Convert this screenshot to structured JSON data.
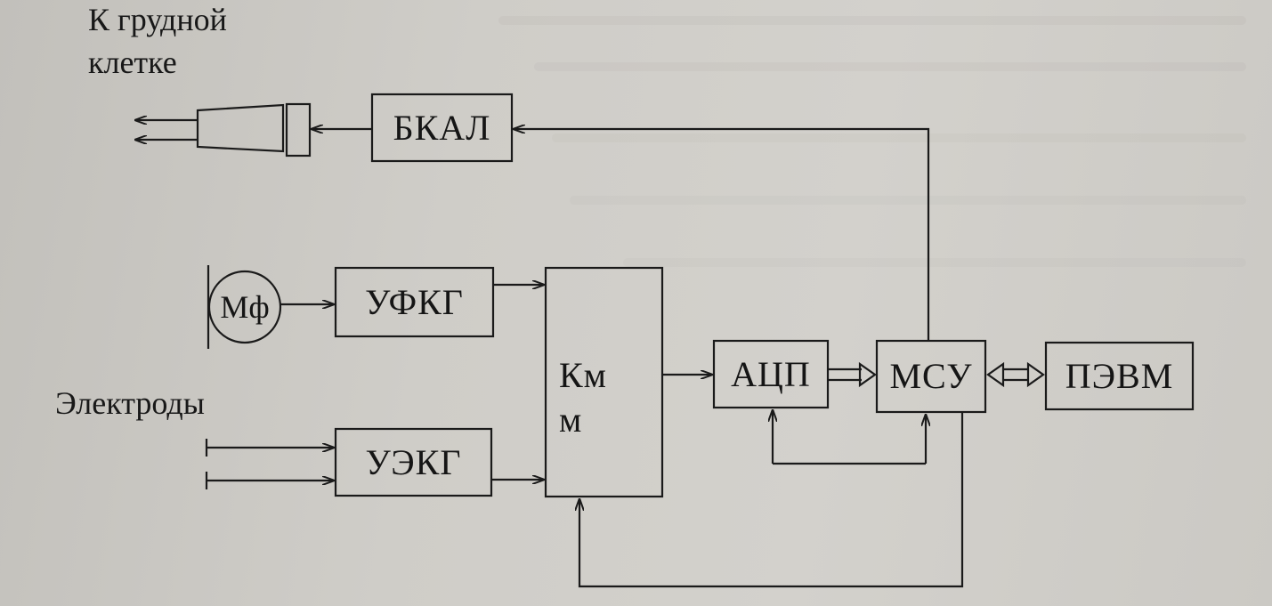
{
  "labels": {
    "chest_line1": "К грудной",
    "chest_line2": "клетке",
    "electrodes": "Электроды"
  },
  "blocks": {
    "bkal": "БКАЛ",
    "mf": "Мф",
    "ufkg": "УФКГ",
    "uekg": "УЭКГ",
    "komm_line1": "Км",
    "komm_line2": "м",
    "acp": "АЦП",
    "msu": "МСУ",
    "pevm": "ПЭВМ"
  },
  "colors": {
    "ink": "#1a1a1a",
    "paper": "#cdcbc6"
  }
}
